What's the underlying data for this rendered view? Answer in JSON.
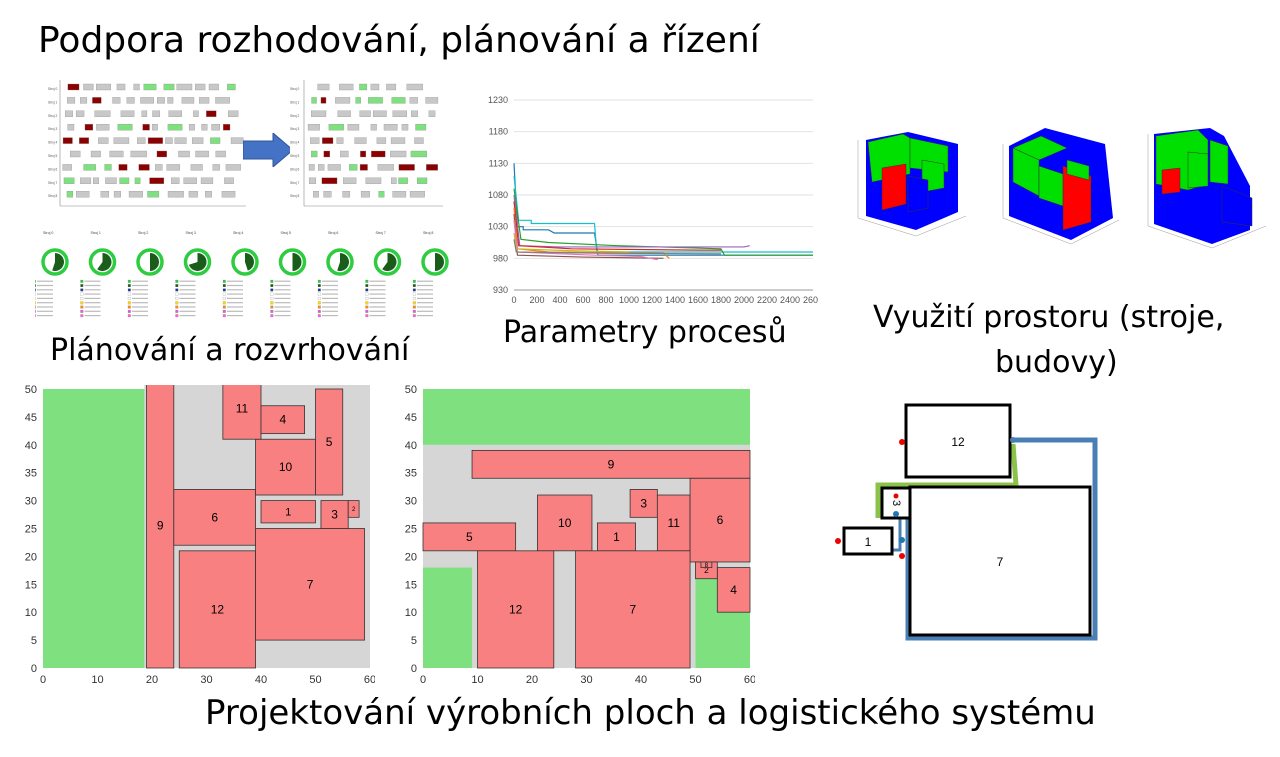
{
  "title": "Podpora rozhodování, plánování a řízení",
  "captions": {
    "planning": "Plánování a rozvrhování",
    "process": "Parametry procesů",
    "space_line1": "Využití prostoru (stroje,",
    "space_line2": "budovy)",
    "layout": "Projektování výrobních ploch a logistického systému"
  },
  "colors": {
    "floor_green": "#7fe07f",
    "block_pink": "#f88080",
    "path_gray": "#d6d6d6",
    "arrow_blue": "#4472c4",
    "gantt_dark": "#8b0000",
    "gantt_gray": "#c8c8c8",
    "gantt_green": "#7fe07f",
    "cube_green": "#00e000",
    "cube_red": "#ff0000",
    "cube_blue": "#0000ff",
    "path_blue_line": "#4a7fb5",
    "path_green_line": "#8bc34a"
  },
  "icons": [
    "right-arrow-icon",
    "donut-gauge-icon"
  ],
  "line_chart": {
    "type": "line",
    "x_ticks": [
      "0",
      "200",
      "400",
      "600",
      "800",
      "1000",
      "1200",
      "1400",
      "1600",
      "1800",
      "2000",
      "2200",
      "2400",
      "2600"
    ],
    "y_ticks": [
      "930",
      "980",
      "1030",
      "1080",
      "1130",
      "1180",
      "1230"
    ],
    "xlim": [
      0,
      2600
    ],
    "ylim": [
      930,
      1230
    ],
    "grid": true
  },
  "layout_a": {
    "x_ticks": [
      "0",
      "10",
      "20",
      "30",
      "40",
      "50",
      "60"
    ],
    "y_ticks": [
      "0",
      "5",
      "10",
      "15",
      "20",
      "25",
      "30",
      "35",
      "40",
      "45",
      "50"
    ],
    "xlim": [
      0,
      60
    ],
    "ylim": [
      0,
      50
    ],
    "blocks": [
      {
        "label": "9",
        "x": [
          19,
          24
        ],
        "y": [
          0,
          51
        ]
      },
      {
        "label": "12",
        "x": [
          25,
          39
        ],
        "y": [
          0,
          21
        ]
      },
      {
        "label": "7",
        "x": [
          39,
          59
        ],
        "y": [
          5,
          25
        ]
      },
      {
        "label": "6",
        "x": [
          24,
          39
        ],
        "y": [
          22,
          32
        ]
      },
      {
        "label": "1",
        "x": [
          40,
          50
        ],
        "y": [
          26,
          30
        ]
      },
      {
        "label": "3",
        "x": [
          51,
          56
        ],
        "y": [
          25,
          30
        ]
      },
      {
        "label": "10",
        "x": [
          39,
          50
        ],
        "y": [
          31,
          41
        ]
      },
      {
        "label": "11",
        "x": [
          33,
          40
        ],
        "y": [
          41,
          52
        ]
      },
      {
        "label": "4",
        "x": [
          40,
          48
        ],
        "y": [
          42,
          47
        ]
      },
      {
        "label": "5",
        "x": [
          50,
          55
        ],
        "y": [
          31,
          50
        ]
      },
      {
        "label": "2",
        "x": [
          56,
          58
        ],
        "y": [
          27,
          30
        ]
      }
    ]
  },
  "layout_b": {
    "x_ticks": [
      "0",
      "10",
      "20",
      "30",
      "40",
      "50",
      "60"
    ],
    "y_ticks": [
      "0",
      "5",
      "10",
      "15",
      "20",
      "25",
      "30",
      "35",
      "40",
      "45",
      "50"
    ],
    "xlim": [
      0,
      60
    ],
    "ylim": [
      0,
      50
    ],
    "blocks": [
      {
        "label": "9",
        "x": [
          9,
          60
        ],
        "y": [
          34,
          39
        ]
      },
      {
        "label": "5",
        "x": [
          0,
          17
        ],
        "y": [
          21,
          26
        ]
      },
      {
        "label": "10",
        "x": [
          21,
          31
        ],
        "y": [
          21,
          31
        ]
      },
      {
        "label": "1",
        "x": [
          32,
          39
        ],
        "y": [
          21,
          26
        ]
      },
      {
        "label": "3",
        "x": [
          38,
          43
        ],
        "y": [
          27,
          32
        ]
      },
      {
        "label": "11",
        "x": [
          43,
          49
        ],
        "y": [
          21,
          31
        ]
      },
      {
        "label": "6",
        "x": [
          49,
          60
        ],
        "y": [
          19,
          34
        ]
      },
      {
        "label": "12",
        "x": [
          10,
          24
        ],
        "y": [
          0,
          21
        ]
      },
      {
        "label": "7",
        "x": [
          28,
          49
        ],
        "y": [
          0,
          21
        ]
      },
      {
        "label": "4",
        "x": [
          54,
          60
        ],
        "y": [
          10,
          18
        ]
      },
      {
        "label": "2",
        "x": [
          50,
          54
        ],
        "y": [
          16,
          19
        ]
      },
      {
        "label": "8",
        "x": [
          51,
          53
        ],
        "y": [
          18,
          19
        ]
      }
    ]
  },
  "logistics": {
    "blocks": [
      {
        "label": "12"
      },
      {
        "label": "3"
      },
      {
        "label": "1"
      },
      {
        "label": "7"
      }
    ]
  },
  "gantt": {
    "row_labels": [
      "Stroj 0",
      "Stroj 1",
      "Stroj 2",
      "Stroj 3",
      "Stroj 4",
      "Stroj 5",
      "Stroj 6",
      "Stroj 7",
      "Stroj 8"
    ],
    "gauges": [
      {
        "name": "Stroj 0",
        "fill": 0.55
      },
      {
        "name": "Stroj 1",
        "fill": 0.6
      },
      {
        "name": "Stroj 2",
        "fill": 0.5
      },
      {
        "name": "Stroj 3",
        "fill": 0.7
      },
      {
        "name": "Stroj 4",
        "fill": 0.45
      },
      {
        "name": "Stroj 5",
        "fill": 0.5
      },
      {
        "name": "Stroj 6",
        "fill": 0.55
      },
      {
        "name": "Stroj 7",
        "fill": 0.6
      },
      {
        "name": "Stroj 8",
        "fill": 0.5
      }
    ]
  }
}
